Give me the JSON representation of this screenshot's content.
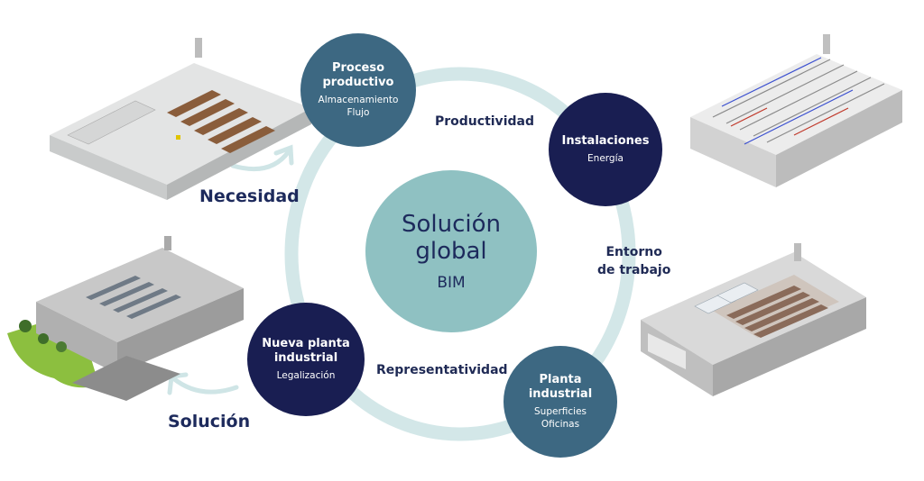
{
  "center": {
    "title": "Solución global",
    "subtitle": "BIM"
  },
  "nodes": {
    "proceso": {
      "title": "Proceso productivo",
      "sub": "Almacenamiento\nFlujo"
    },
    "instalaciones": {
      "title": "Instalaciones",
      "sub": "Energía"
    },
    "planta": {
      "title": "Planta industrial",
      "sub": "Superficies\nOficinas"
    },
    "nueva": {
      "title": "Nueva planta industrial",
      "sub": "Legalización"
    }
  },
  "edges": {
    "productividad": "Productividad",
    "entorno": "Entorno\nde trabajo",
    "representatividad": "Representatividad"
  },
  "sides": {
    "necesidad": "Necesidad",
    "solucion": "Solución"
  },
  "colors": {
    "ring": "#d3e7e8",
    "teal_node": "#3d6882",
    "navy_node": "#191e52",
    "center": "#8fc1c2",
    "text_dark": "#1d2a5c"
  }
}
